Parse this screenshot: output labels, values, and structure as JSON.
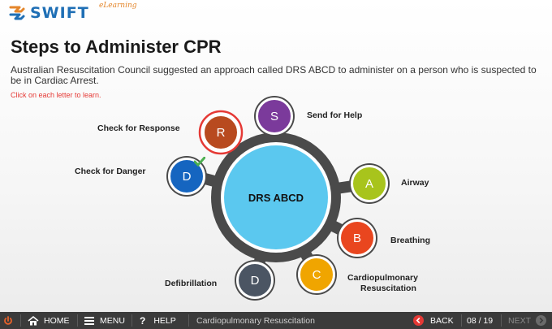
{
  "brand": {
    "name": "SWIFT",
    "tagline": "eLearning"
  },
  "page": {
    "title": "Steps to Administer CPR",
    "intro": "Australian Resuscitation Council suggested an approach called DRS ABCD to administer on a person who is suspected to be in Cardiac Arrest.",
    "instruction": "Click on each letter to learn."
  },
  "diagram": {
    "center_label": "DRS ABCD",
    "steps": [
      {
        "letter": "D",
        "label": "Check for Danger",
        "color": "#1565c0",
        "visited": true
      },
      {
        "letter": "R",
        "label": "Check for Response",
        "color": "#b84a1f",
        "selected": true
      },
      {
        "letter": "S",
        "label": "Send for Help",
        "color": "#7b3a9b"
      },
      {
        "letter": "A",
        "label": "Airway",
        "color": "#a8c41c"
      },
      {
        "letter": "B",
        "label": "Breathing",
        "color": "#e9461f"
      },
      {
        "letter": "C",
        "label": "Cardiopulmonary Resuscitation",
        "color": "#f0a500"
      },
      {
        "letter": "D",
        "label": "Defibrillation",
        "color": "#4b5563"
      }
    ],
    "label_lines": {
      "c_line1": "Cardiopulmonary",
      "c_line2": "Resuscitation"
    }
  },
  "footer": {
    "home": "HOME",
    "menu": "MENU",
    "help": "HELP",
    "module": "Cardiopulmonary Resuscitation",
    "back": "BACK",
    "page_indicator": "08 / 19",
    "next": "NEXT"
  },
  "colors": {
    "ring": "#4a4a4a",
    "center_fill": "#5bc8ef",
    "footer_bg": "#3b3b3b",
    "accent_red": "#e53935",
    "check_green": "#4caf50",
    "power_orange": "#e8622a"
  }
}
